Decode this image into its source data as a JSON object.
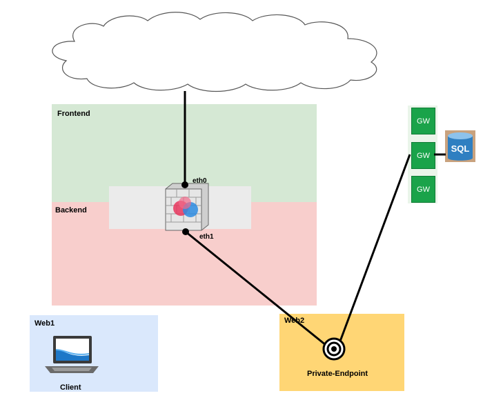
{
  "zones": {
    "frontend": "Frontend",
    "backend": "Backend",
    "web1": "Web1",
    "web2": "Web2"
  },
  "firewall": {
    "eth0": "eth0",
    "eth1": "eth1"
  },
  "gateways": [
    "GW",
    "GW",
    "GW"
  ],
  "sql": "SQL",
  "client_label": "Client",
  "endpoint_label": "Private-Endpoint",
  "colors": {
    "frontend": "#d5e8d4",
    "backend": "#f8cecc",
    "web1": "#dae8fc",
    "web2": "#ffd675",
    "gateway": "#1aa34a",
    "sql": "#2f7fc1"
  }
}
